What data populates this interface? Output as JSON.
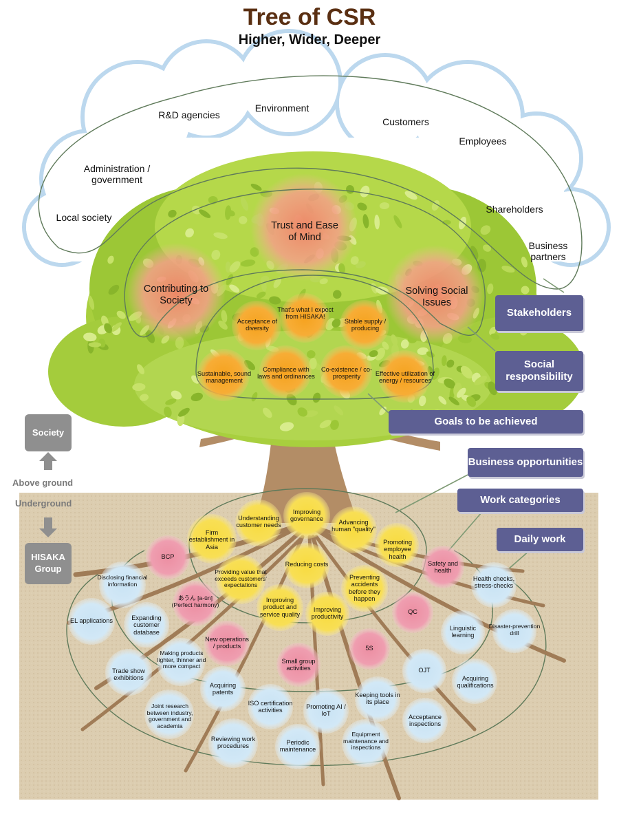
{
  "header": {
    "title": "Tree of CSR",
    "subtitle": "Higher, Wider, Deeper"
  },
  "stakeholders": {
    "rd": "R&D agencies",
    "environment": "Environment",
    "customers": "Customers",
    "employees": "Employees",
    "admin": "Administration / government",
    "local": "Local society",
    "shareholders": "Shareholders",
    "partners": "Business partners"
  },
  "social_responsibility": {
    "trust": "Trust and Ease of Mind",
    "contributing": "Contributing to Society",
    "solving": "Solving Social Issues"
  },
  "goals": {
    "diversity": "Acceptance of diversity",
    "expect": "That's what I expect from HISAKA!",
    "supply": "Stable supply / producing",
    "sustainable": "Sustainable, sound management",
    "compliance": "Compliance with laws and ordinances",
    "coexist": "Co-existence / co-prosperity",
    "energy": "Effective utilization of energy / resources"
  },
  "tags": {
    "stakeholders": "Stakeholders",
    "social": "Social responsibility",
    "goals": "Goals to be achieved",
    "business": "Business opportunities",
    "work": "Work categories",
    "daily": "Daily work"
  },
  "side": {
    "society": "Society",
    "above": "Above ground",
    "under": "Underground",
    "hisaka": "HISAKA Group"
  },
  "business_opportunities": {
    "firm": "Firm establishment in Asia",
    "understanding": "Understanding customer needs",
    "governance": "Improving governance",
    "human": "Advancing human \"quality\"",
    "health": "Promoting employee health",
    "providing": "Providing value that exceeds customers' expectations",
    "costs": "Reducing costs",
    "accidents": "Preventing accidents before they happen",
    "product": "Improving product and service quality",
    "productivity": "Improving productivity"
  },
  "work_categories": {
    "bcp": "BCP",
    "aun": "あうん [a-ūn] (Perfect harmony)",
    "newops": "New operations / products",
    "smallgroup": "Small group activities",
    "fives": "5S",
    "qc": "QC",
    "safety": "Safety and health"
  },
  "daily_work": {
    "disclosing": "Disclosing financial information",
    "el": "EL applications",
    "expanding": "Expanding customer database",
    "making": "Making products lighter, thinner and more compact",
    "trade": "Trade show exhibitions",
    "patents": "Acquiring patents",
    "joint": "Joint research between industry, government and academia",
    "iso": "ISO certification activities",
    "ai": "Promoting AI / IoT",
    "keeping": "Keeping tools in its place",
    "ojt": "OJT",
    "reviewing": "Reviewing work procedures",
    "periodic": "Periodic maintenance",
    "equipment": "Equipment maintenance and inspections",
    "acceptance": "Acceptance inspections",
    "qualifications": "Acquiring qualifications",
    "linguistic": "Linguistic learning",
    "checks": "Health checks, stress-checks",
    "disaster": "Disaster-prevention drill"
  },
  "colors": {
    "tag": "#5d5f93",
    "sky_cloud": "#eaf3fb",
    "leaf": "#a6cc3a",
    "trunk": "#b08a63",
    "soil": "#d9c9ac",
    "goal": "#f5a623",
    "social_glow": "#f08a6f",
    "yellow": "#f7d944",
    "pink": "#ee96a8",
    "blue": "#cfe6f5"
  }
}
